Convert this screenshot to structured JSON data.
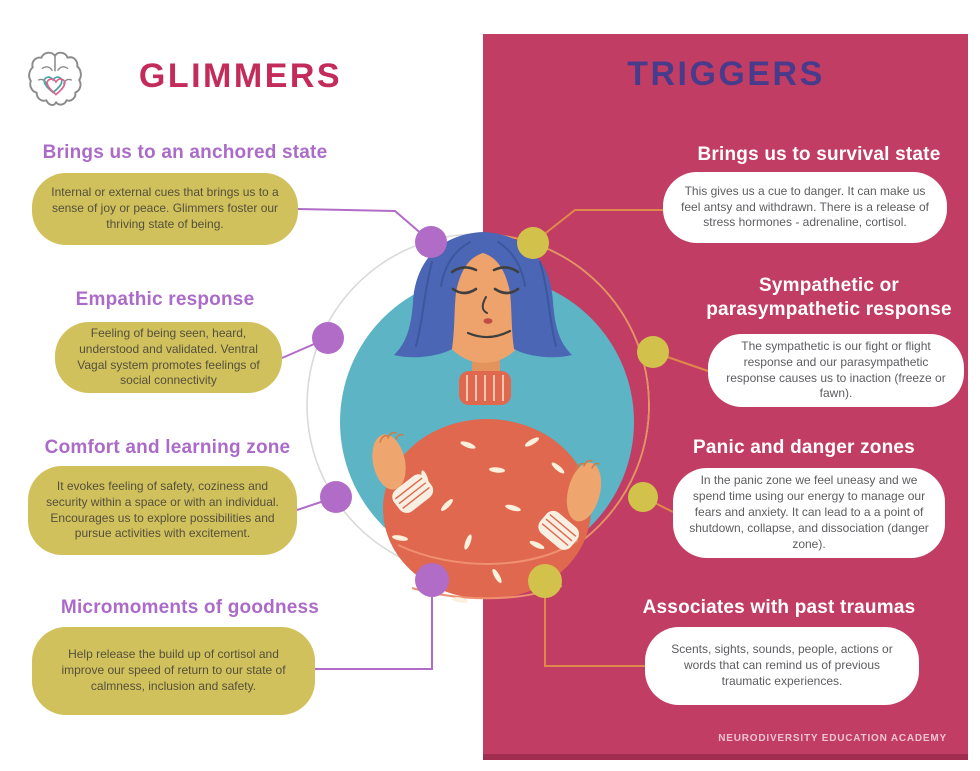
{
  "left": {
    "title": "GLIMMERS",
    "title_color": "#c32b5a",
    "heading_color": "#ab6bc8",
    "card_color": "#d1c15c",
    "sections": [
      {
        "title": "Brings us to an anchored state",
        "body": "Internal or external cues that brings us to a sense of joy or peace.  Glimmers foster our thriving state of being."
      },
      {
        "title": "Empathic response",
        "body": "Feeling of being seen, heard, understood and validated. Ventral Vagal system promotes feelings of social connectivity"
      },
      {
        "title": "Comfort and learning zone",
        "body": "It evokes feeling of safety, coziness and security within a space or with an individual. Encourages us to explore possibilities and pursue activities with excitement."
      },
      {
        "title": "Micromoments of goodness",
        "body": "Help release the build up of cortisol and improve our speed of return to our state of calmness, inclusion and safety."
      }
    ]
  },
  "right": {
    "title": "TRIGGERS",
    "title_color": "#493b8c",
    "panel_color": "#c23d63",
    "heading_color": "#ffffff",
    "card_color": "#ffffff",
    "sections": [
      {
        "title": "Brings us to survival state",
        "body": "This gives us a cue to danger. It can make us feel antsy and withdrawn. There is a release of stress hormones - adrenaline, cortisol."
      },
      {
        "title": "Sympathetic or parasympathetic response",
        "body": "The sympathetic is our fight or flight response and our parasympathetic response causes us to inaction  (freeze or fawn)."
      },
      {
        "title": "Panic and danger zones",
        "body": "In the panic zone we feel uneasy and we spend time using our energy to manage our fears and anxiety. It can lead to a a point of shutdown, collapse, and dissociation (danger zone)."
      },
      {
        "title": "Associates with past traumas",
        "body": "Scents, sights, sounds, people, actions or words that can remind us of previous traumatic experiences."
      }
    ],
    "footer": "NEURODIVERSITY EDUCATION ACADEMY"
  },
  "illustration": {
    "teal_circle": "#5cb4c5",
    "sweater": "#e0684e",
    "hair": "#4a66b4",
    "skin": "#eda36b",
    "glimmer_node_color": "#b06cc7",
    "trigger_node_color": "#d2c24b",
    "glimmer_line_color": "#b06cc7",
    "trigger_line_color": "#e0884a",
    "outline_circle_left": "#dadada",
    "outline_circle_right": "#e6935a",
    "logo_icon": "brain-with-heart-icon"
  }
}
